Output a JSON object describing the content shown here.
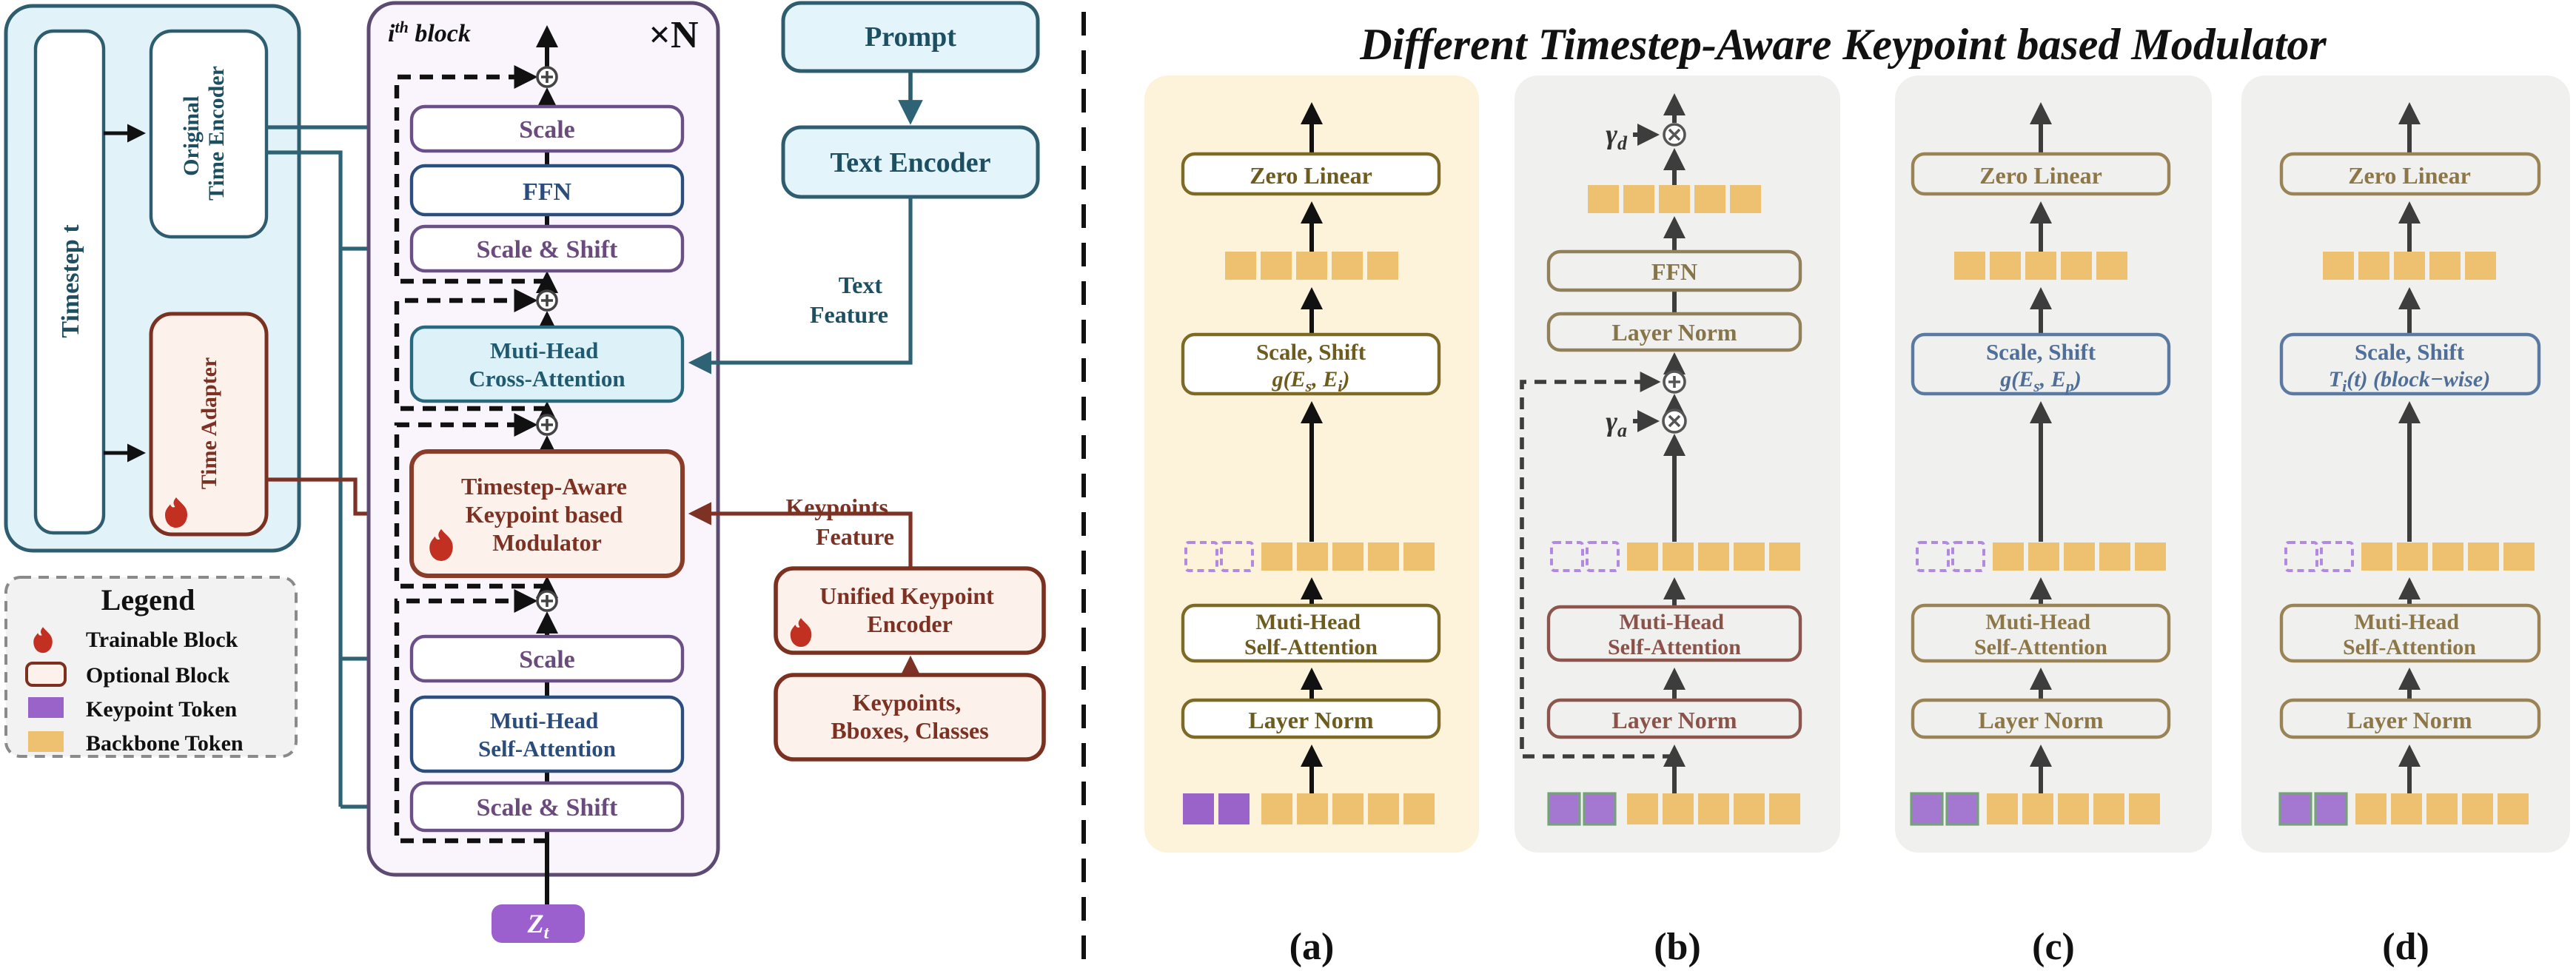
{
  "left": {
    "timestep": "Timestep t",
    "time_encoder": [
      "Original",
      "Time Encoder"
    ],
    "time_adapter": "Time Adapter",
    "block_tag": {
      "base": "i",
      "sup": "th",
      "rest": " block"
    },
    "repeat": "×N",
    "scale_top": "Scale",
    "ffn": "FFN",
    "scale_shift_top": "Scale & Shift",
    "cross_attention": [
      "Muti-Head",
      "Cross-Attention"
    ],
    "modulator": [
      "Timestep-Aware",
      "Keypoint based",
      "Modulator"
    ],
    "scale_bottom": "Scale",
    "self_attention": [
      "Muti-Head",
      "Self-Attention"
    ],
    "scale_shift_bottom": "Scale & Shift",
    "zt": {
      "base": "Z",
      "sub": "t"
    },
    "prompt": "Prompt",
    "text_encoder": "Text Encoder",
    "text_feature": [
      "Text",
      "Feature"
    ],
    "keypoints_feature": [
      "Keypoints",
      "Feature"
    ],
    "unified_keypoint_encoder": [
      "Unified Keypoint",
      "Encoder"
    ],
    "keypoints_bboxes_classes": [
      "Keypoints,",
      "Bboxes, Classes"
    ]
  },
  "legend": {
    "title": "Legend",
    "items": [
      "Trainable Block",
      "Optional Block",
      "Keypoint Token",
      "Backbone Token"
    ]
  },
  "right": {
    "title": "Different Timestep-Aware Keypoint based Modulator",
    "panel_a": {
      "label": "(a)",
      "zero_linear": "Zero Linear",
      "scale_shift": "Scale, Shift",
      "fn": [
        "g(E",
        "s",
        ", E",
        "i",
        ")"
      ],
      "self_attention": [
        "Muti-Head",
        "Self-Attention"
      ],
      "layer_norm": "Layer Norm"
    },
    "panel_b": {
      "label": "(b)",
      "gamma_d": [
        "γ",
        "d"
      ],
      "gamma_a": [
        "γ",
        "a"
      ],
      "ffn": "FFN",
      "layer_norm_top": "Layer Norm",
      "layer_norm_bottom": "Layer Norm",
      "self_attention": [
        "Muti-Head",
        "Self-Attention"
      ]
    },
    "panel_c": {
      "label": "(c)",
      "zero_linear": "Zero Linear",
      "scale_shift": "Scale, Shift",
      "fn": [
        "g(E",
        "s",
        ", E",
        "p",
        ")"
      ],
      "self_attention": [
        "Muti-Head",
        "Self-Attention"
      ],
      "layer_norm": "Layer Norm"
    },
    "panel_d": {
      "label": "(d)",
      "zero_linear": "Zero Linear",
      "scale_shift": "Scale, Shift",
      "fn": [
        "T",
        "i",
        "(t) (block−wise)"
      ],
      "self_attention": [
        "Muti-Head",
        "Self-Attention"
      ],
      "layer_norm": "Layer Norm"
    }
  },
  "colors": {
    "keypoint_token": "#9a63c9",
    "backbone_token": "#eec170",
    "flame": "#c23022",
    "teal_line": "#2d6375",
    "red_line": "#7e3125"
  }
}
